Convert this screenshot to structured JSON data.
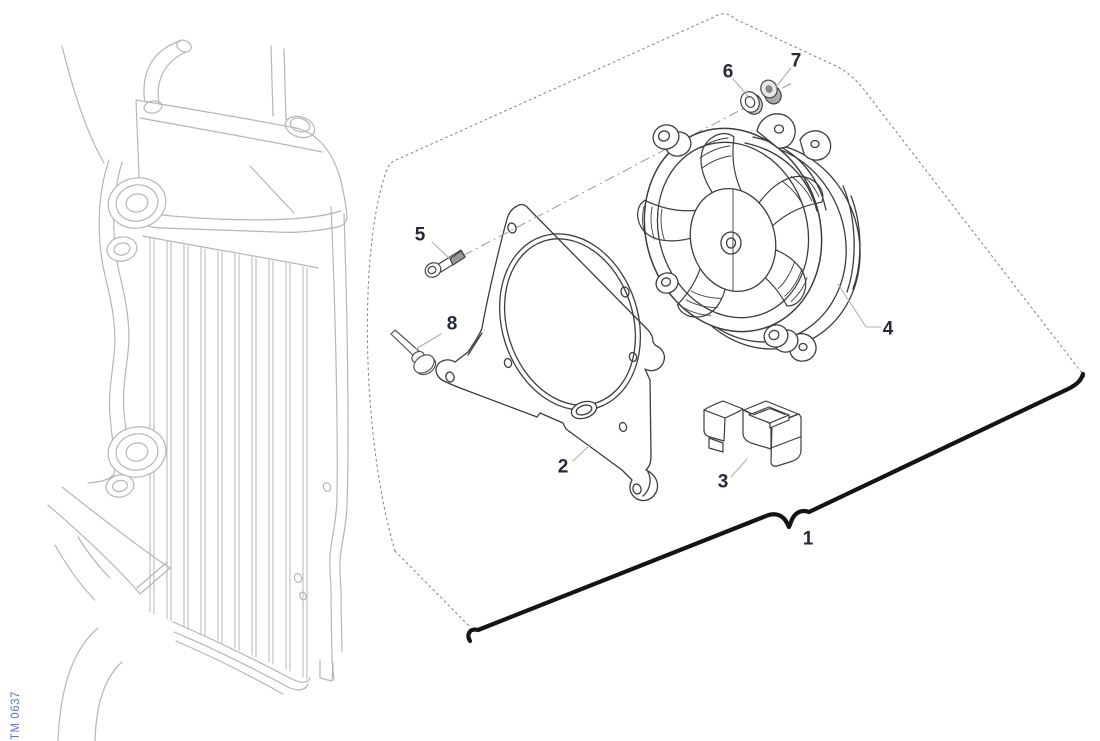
{
  "doc": {
    "code": "TM 0637"
  },
  "callouts": [
    {
      "label": "1",
      "part": "fan-kit-group-brace"
    },
    {
      "label": "2",
      "part": "fan-shroud-bracket"
    },
    {
      "label": "3",
      "part": "electrical-connector"
    },
    {
      "label": "4",
      "part": "cooling-fan-assembly"
    },
    {
      "label": "5",
      "part": "screw"
    },
    {
      "label": "6",
      "part": "washer"
    },
    {
      "label": "7",
      "part": "nut"
    },
    {
      "label": "8",
      "part": "push-rivet"
    }
  ],
  "colors": {
    "callout_text": "#242b36",
    "code_text": "#5b76c9",
    "line_dark": "#3d3d3d",
    "line_light": "#b6b6b6",
    "brace": "#141414",
    "background": "#ffffff"
  }
}
